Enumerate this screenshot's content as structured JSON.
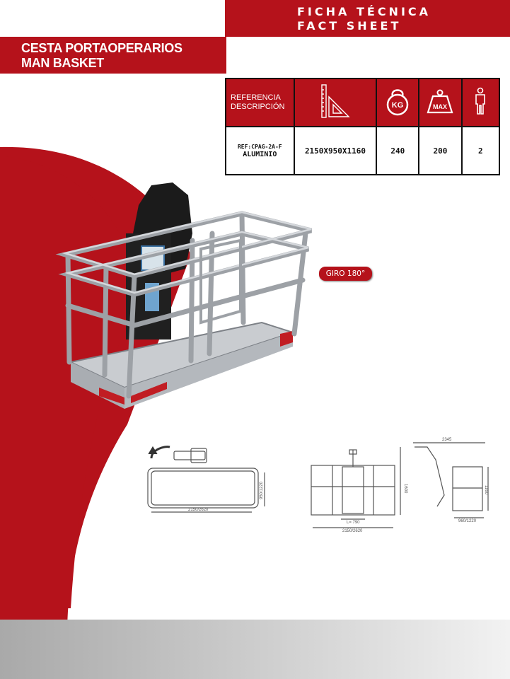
{
  "header": {
    "line1": "FICHA TÉCNICA",
    "line2": "FACT SHEET"
  },
  "title": {
    "line1": "CESTA PORTAOPERARIOS",
    "line2": "MAN BASKET"
  },
  "table": {
    "ref_head_1": "REFERENCIA",
    "ref_head_2": "DESCRIPCIÓN",
    "icon_weight_label": "KG",
    "icon_max_label": "MAX",
    "ref": "REF:CPAG-2A-F",
    "description": "ALUMINIO",
    "dimensions": "2150X950X1160",
    "weight": "240",
    "max_load": "200",
    "persons": "2"
  },
  "badge": {
    "rotation": "GIRO 180°"
  },
  "drawings": {
    "top_width": "2150/2620",
    "top_depth": "950/1220",
    "front_width": "2150/2620",
    "front_door": "L= 790",
    "front_height": "1600",
    "side_length": "2345",
    "side_depth": "960/1220",
    "side_height": "1160"
  },
  "colors": {
    "brand_red": "#b5121b"
  }
}
